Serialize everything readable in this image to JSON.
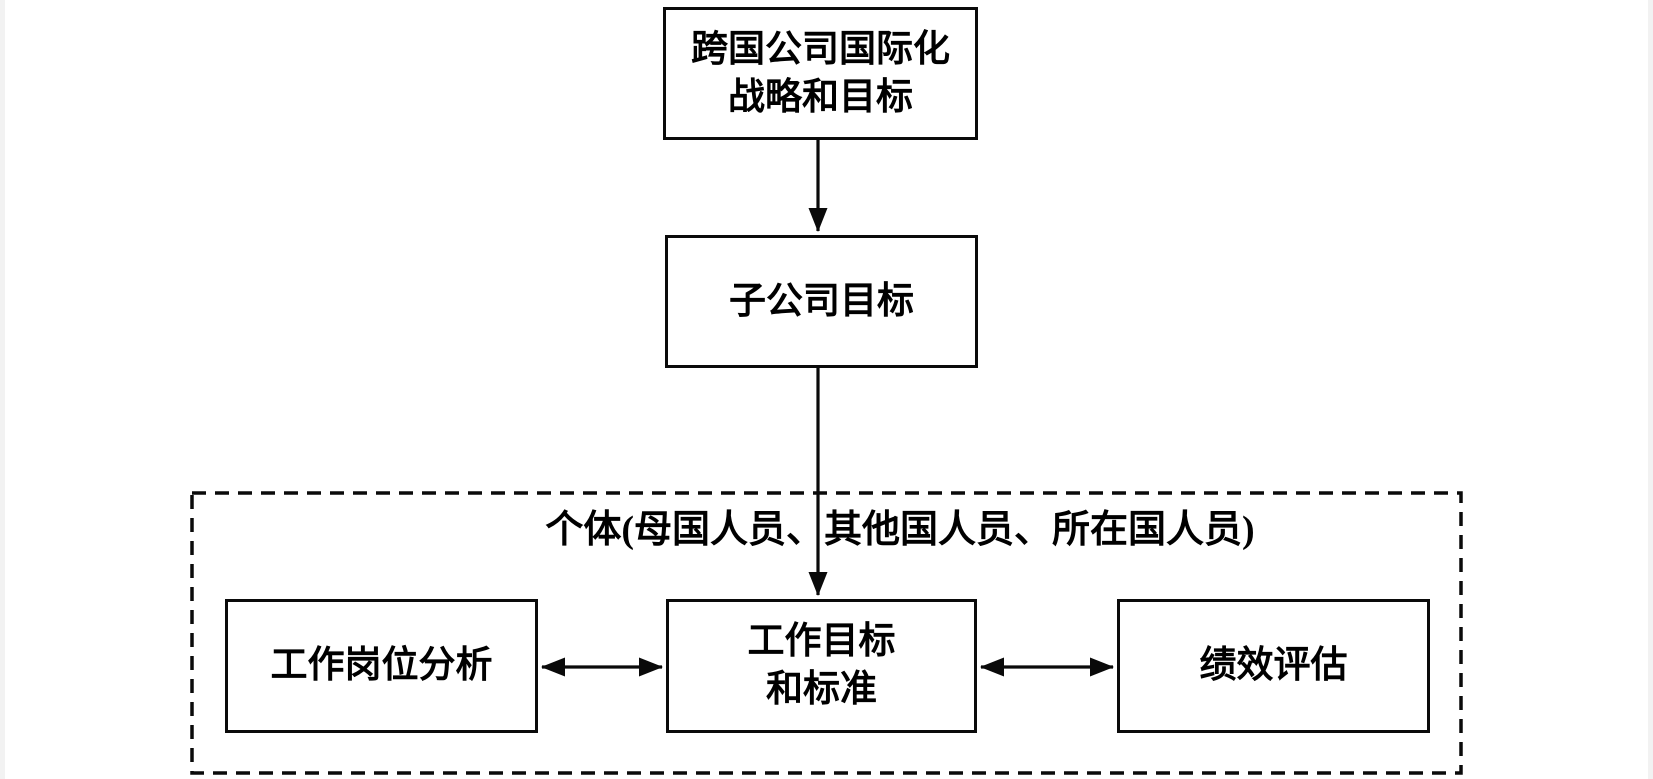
{
  "diagram": {
    "background_color": "#ffffff",
    "line_color": "#0a0a0a",
    "nodes": {
      "strategy": {
        "line1": "跨国公司国际化",
        "line2": "战略和目标"
      },
      "subsidiary": {
        "label": "子公司目标"
      },
      "job_analysis": {
        "label": "工作岗位分析"
      },
      "work_goals": {
        "line1": "工作目标",
        "line2": "和标准"
      },
      "performance": {
        "label": "绩效评估"
      }
    },
    "group": {
      "label": "个体(母国人员、其他国人员、所在国人员)"
    }
  }
}
